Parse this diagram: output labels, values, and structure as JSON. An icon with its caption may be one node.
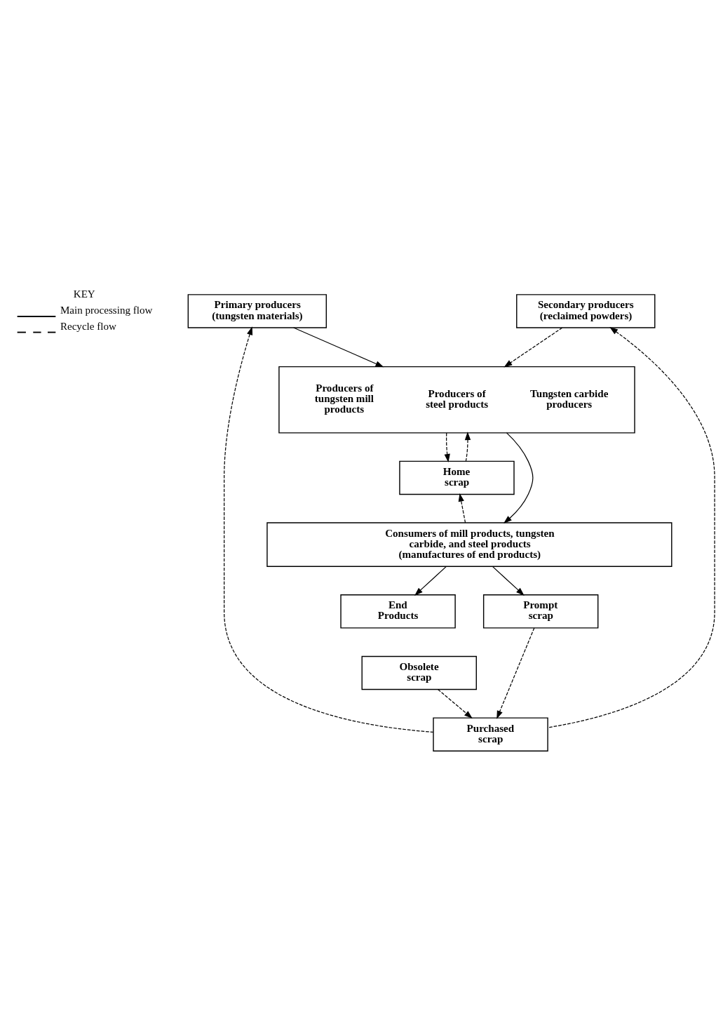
{
  "diagram": {
    "nodes": [
      {
        "text": [
          "Primary producers (tungsten materials)"
        ]
      },
      {
        "text": [
          "Secondary producers (reclaimed powders)"
        ]
      },
      {
        "text": [
          "Producers of tungsten mill products",
          "Producers of steel products",
          "Tungsten carbide producers"
        ]
      },
      {
        "text": [
          "Home scrap"
        ]
      },
      {
        "text": [
          "Consumers of mill products, tungsten carbide, and steel products (manufactures of end products)"
        ]
      },
      {
        "text": [
          "End Products"
        ]
      },
      {
        "text": [
          "Obsolete scrap"
        ]
      },
      {
        "text": [
          "Prompt scrap"
        ]
      },
      {
        "text": [
          "Purchased scrap"
        ]
      }
    ],
    "edges": [
      {
        "from": 0,
        "to": 2,
        "arrow": "to"
      },
      {
        "from": 1,
        "to": 2,
        "arrow": "to",
        "style": "dashed"
      },
      {
        "from": 2,
        "to": 3,
        "arrow": "to",
        "style": "dashed"
      },
      {
        "from": 3,
        "to": 2,
        "arrow": "to",
        "style": "dashed"
      },
      {
        "from": 2,
        "to": 4,
        "arrow": "to"
      },
      {
        "from": 4,
        "to": 3,
        "arrow": "to",
        "style": "dashed"
      },
      {
        "from": 4,
        "to": 5,
        "arrow": "to"
      },
      {
        "from": 4,
        "to": 7,
        "arrow": "to"
      },
      {
        "from": 6,
        "to": 8,
        "arrow": "to",
        "style": "dashed"
      },
      {
        "from": 7,
        "to": 8,
        "arrow": "to",
        "style": "dashed"
      },
      {
        "from": 8,
        "to": 0,
        "arrow": "to",
        "style": "dashed"
      },
      {
        "from": 8,
        "to": 1,
        "arrow": "to",
        "style": "dashed"
      }
    ],
    "labels": [
      "KEY"
    ],
    "legend": [
      {
        "text": "Main processing flow"
      },
      {
        "text": "Recycle flow"
      }
    ]
  }
}
